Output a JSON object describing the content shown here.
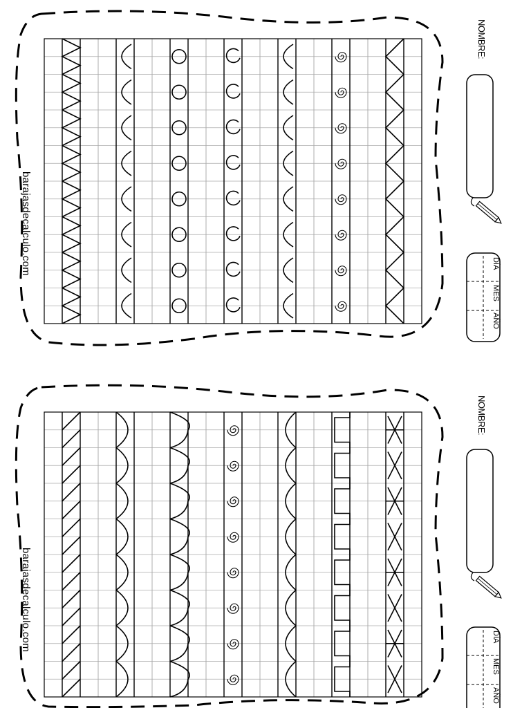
{
  "sheets": [
    {
      "name_label": "NOMBRE:",
      "website": "barajasdecalculo.com",
      "date_labels": [
        "DÍA",
        "MES",
        "AÑO"
      ],
      "row_patterns": [
        "zigzag-dense",
        "c-curve",
        "circle",
        "circle-hook",
        "c-curve-bold",
        "spiral",
        "zigzag"
      ]
    },
    {
      "name_label": "NOMBRE:",
      "website": "barajasdecalculo.com",
      "date_labels": [
        "DÍA",
        "MES",
        "AÑO"
      ],
      "row_patterns": [
        "diagonal-lines",
        "scallop",
        "loop",
        "spiral",
        "wave",
        "castle",
        "star-cross"
      ]
    }
  ],
  "icons": [
    "pencil-icon"
  ]
}
